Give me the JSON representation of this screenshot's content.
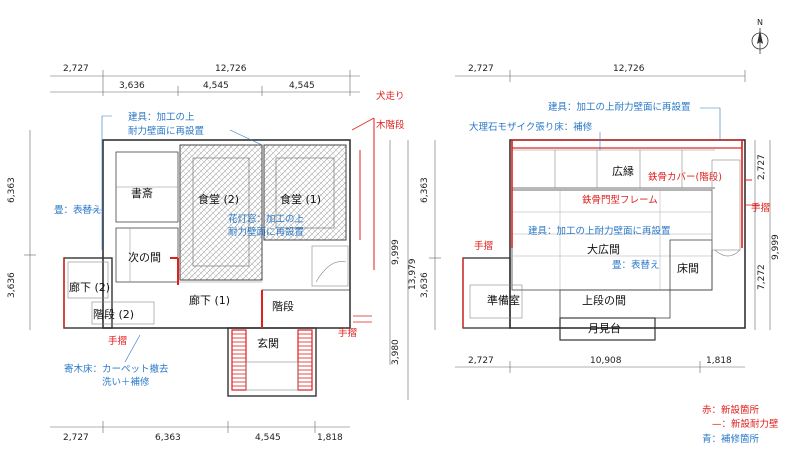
{
  "north": "N",
  "left_plan": {
    "dims_top": [
      "2,727",
      "12,726",
      "3,636",
      "4,545",
      "4,545"
    ],
    "dims_bottom": [
      "2,727",
      "6,363",
      "4,545",
      "1,818"
    ],
    "dims_left": [
      "6,363",
      "3,636"
    ],
    "dims_right": [
      "9,999",
      "13,979",
      "3,980"
    ],
    "rooms": {
      "shosai": "書斎",
      "shokudo2": "食堂 (2)",
      "shokudo1": "食堂 (1)",
      "tsuginoma": "次の間",
      "roka2": "廊下 (2)",
      "roka1": "廊下 (1)",
      "kaidan2": "階段 (2)",
      "kaidan": "階段",
      "genkan": "玄関"
    },
    "notes": {
      "tategu_line1": "建具：加工の上",
      "tategu_line2": "耐力壁面に再設置",
      "tatami": "畳：表替え",
      "katomado_line1": "花灯窓：加工の上",
      "katomado_line2": "耐力壁面に再設置",
      "yosegi_line1": "寄木床：カーペット撤去",
      "yosegi_line2": "洗い＋補修",
      "inubashiri": "犬走り",
      "mokukaidan": "木階段",
      "tesuri_left": "手摺",
      "tesuri_right": "手摺"
    }
  },
  "right_plan": {
    "dims_top": [
      "2,727",
      "12,726"
    ],
    "dims_bottom": [
      "2,727",
      "10,908",
      "1,818"
    ],
    "dims_left": [
      "6,363",
      "3,636"
    ],
    "dims_right": [
      "2,727",
      "9,999",
      "7,272"
    ],
    "rooms": {
      "hiroen": "広縁",
      "daihiroma": "大広間",
      "tokonoma": "床間",
      "junbishitsu": "準備室",
      "jodannoma": "上段の間",
      "tsukimidai": "月見台"
    },
    "notes": {
      "tategu": "建具：加工の上耐力壁面に再設置",
      "dairiseki": "大理石モザイク張り床：補修",
      "tekkotsu_cover": "鉄骨カバー(階段)",
      "tekkotsu_frame": "鉄骨門型フレーム",
      "tategu2": "建具：加工の上耐力壁面に再設置",
      "tatami": "畳：表替え",
      "tesuri_left": "手摺",
      "tesuri_right": "手摺"
    }
  },
  "legend": {
    "red_new": "赤：新設箇所",
    "red_wall": "—：新設耐力壁",
    "blue_repair": "青：補修箇所"
  },
  "colors": {
    "new": "#e0201d",
    "repair": "#2b79c8",
    "line": "#333333"
  }
}
